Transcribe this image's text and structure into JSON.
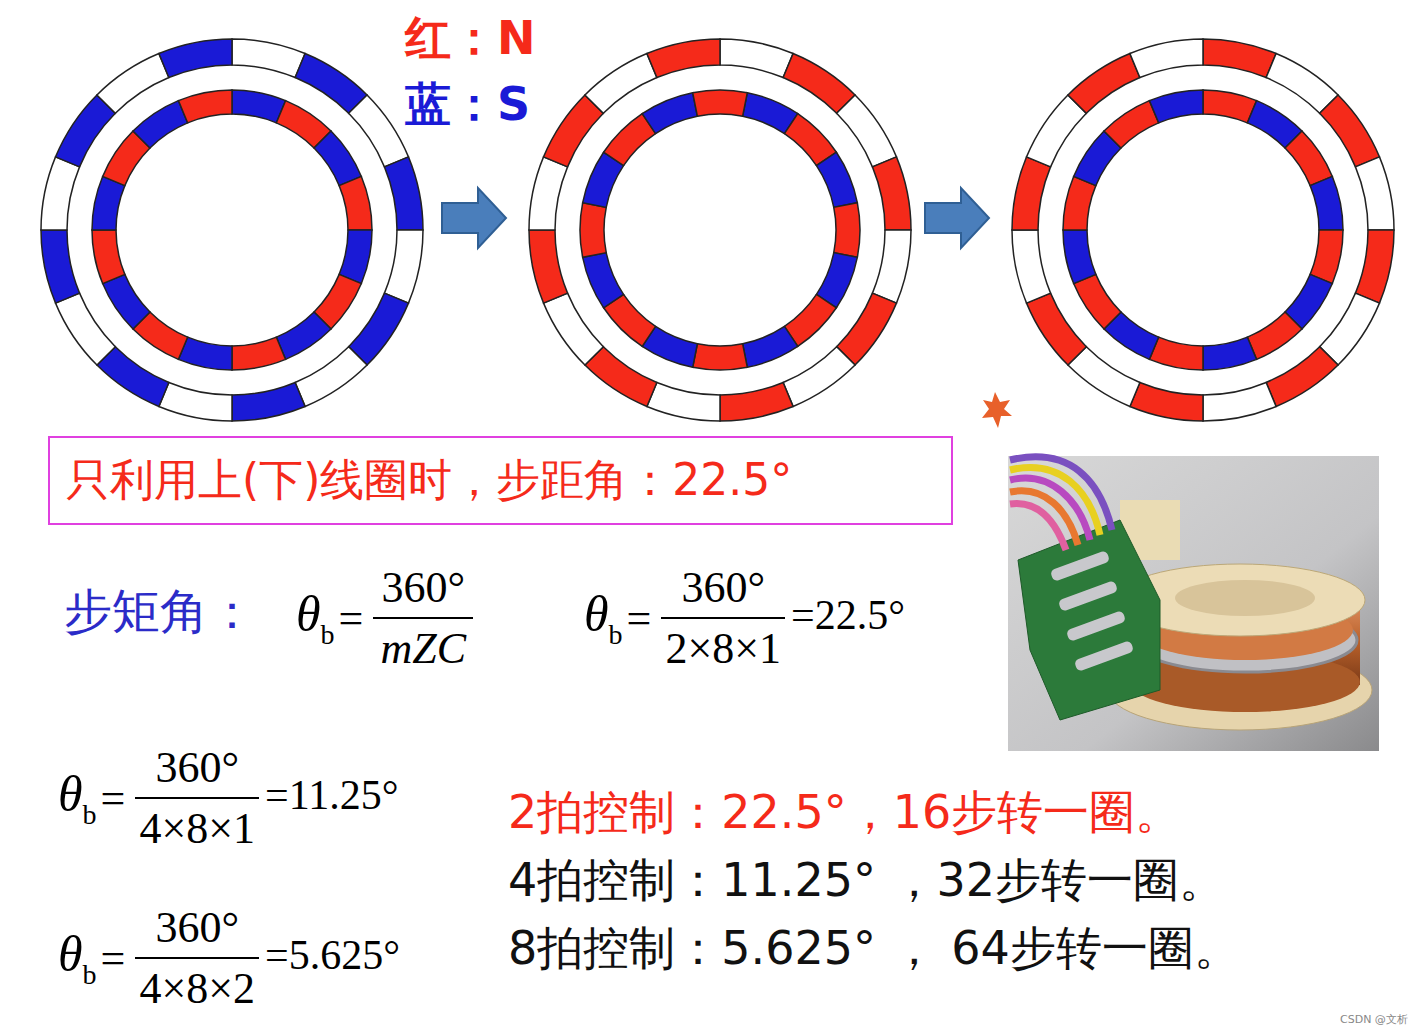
{
  "diagram": {
    "nodes": [
      {
        "text": [
          "只利用上(下)线圈时，步距角：22.5°"
        ]
      }
    ],
    "labels": [
      "步矩角：",
      "θ",
      "b",
      "=",
      "360°",
      "mZC",
      "θ",
      "b",
      "=",
      "360°",
      "2×8×1",
      "=22.5°",
      "θ",
      "b",
      "=",
      "360°",
      "4×8×1",
      "=11.25°",
      "θ",
      "b",
      "=",
      "360°",
      "4×8×2",
      "=5.625°",
      "2拍控制：22.5°，16步转一圈。",
      "4拍控制：11.25° ，32步转一圈。",
      "8拍控制：5.625° ， 64步转一圈。",
      "CSDN @文析"
    ],
    "legend": [
      {
        "text": "红：N",
        "color": "#f52a1a"
      },
      {
        "text": "蓝：S",
        "color": "#1a1ad6"
      }
    ]
  }
}
